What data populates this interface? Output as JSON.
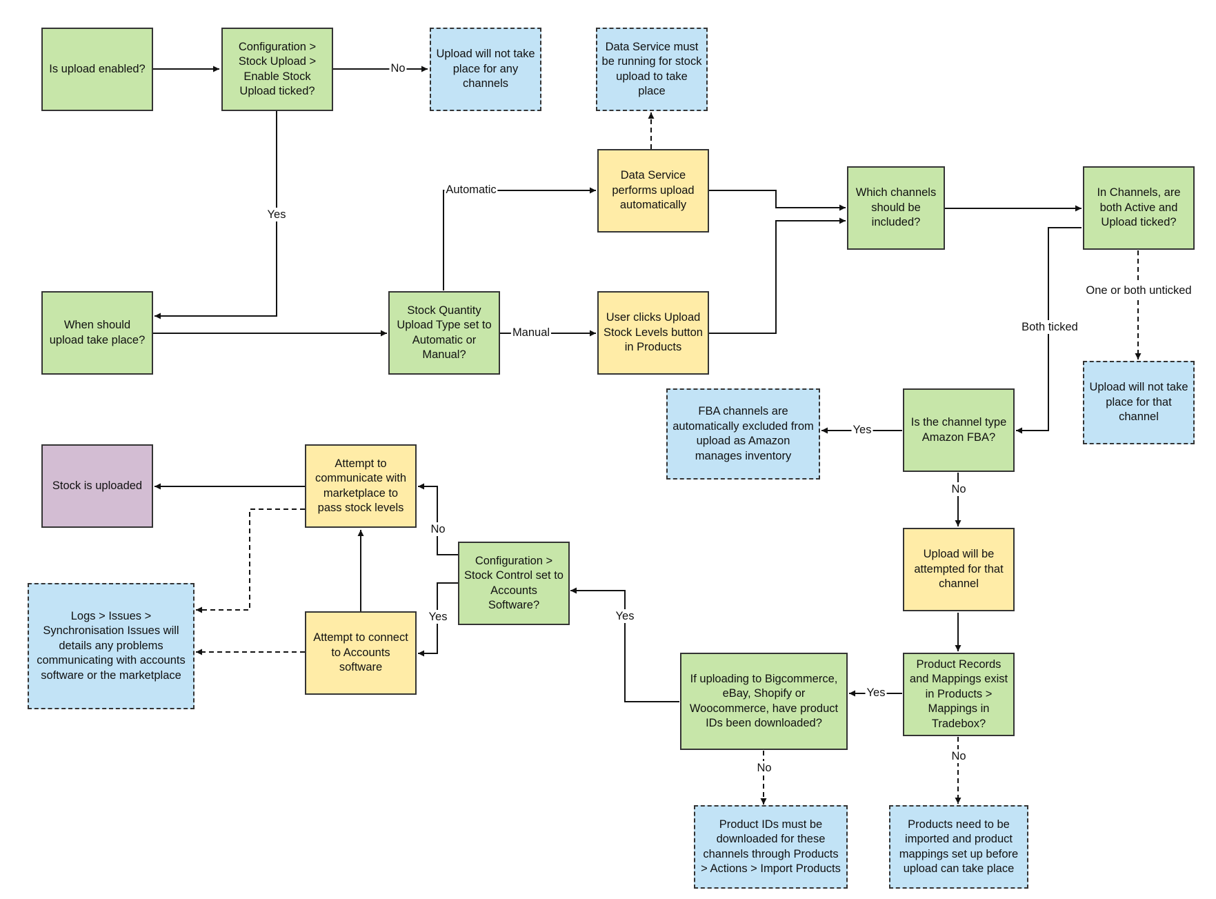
{
  "nodes": {
    "is_upload_enabled": "Is upload enabled?",
    "config_enable_stock_upload": "Configuration > Stock Upload > Enable Stock Upload ticked?",
    "no_upload_any_channels": "Upload will not take place for any channels",
    "data_service_must_run": "Data Service must be running for stock upload to take place",
    "when_upload": "When should upload take place?",
    "upload_type": "Stock Quantity Upload Type set to Automatic or Manual?",
    "data_service_auto": "Data Service performs upload automatically",
    "user_clicks_upload": "User clicks Upload Stock Levels button in Products",
    "which_channels": "Which channels should be included?",
    "channels_active_ticked": "In Channels, are both Active and Upload ticked?",
    "no_upload_that_channel": "Upload will not take place for that channel",
    "fba_excluded": "FBA channels are automatically excluded from upload as Amazon manages inventory",
    "is_amazon_fba": "Is the channel type Amazon FBA?",
    "upload_attempted": "Upload will be attempted for that channel",
    "product_records_exist": "Product Records and Mappings exist in Products > Mappings in Tradebox?",
    "products_need_import": "Products need to be imported and product mappings set up before upload can take place",
    "product_ids_downloaded": "If uploading to Bigcommerce, eBay, Shopify or Woocommerce, have product IDs been downloaded?",
    "product_ids_must_download": "Product IDs must be downloaded for these channels through Products > Actions > Import Products",
    "config_accounts_software": "Configuration > Stock Control set to Accounts Software?",
    "attempt_connect_accounts": "Attempt to connect to Accounts software",
    "attempt_communicate_marketplace": "Attempt to communicate with marketplace to pass stock levels",
    "stock_uploaded": "Stock is uploaded",
    "logs_issues": "Logs > Issues > Synchronisation Issues will details any problems communicating with accounts software or the marketplace"
  },
  "edge_labels": {
    "no_1": "No",
    "yes_1": "Yes",
    "automatic": "Automatic",
    "manual": "Manual",
    "one_or_both_unticked": "One or both unticked",
    "both_ticked": "Both ticked",
    "yes_fba": "Yes",
    "no_fba": "No",
    "yes_records": "Yes",
    "no_records": "No",
    "no_ids": "No",
    "yes_ids": "Yes",
    "no_accounts": "No",
    "yes_accounts": "Yes"
  },
  "colors": {
    "decision_green": "#c7e6a9",
    "action_yellow": "#ffeca7",
    "note_blue": "#c2e3f6",
    "end_purple": "#d3bdd3"
  }
}
